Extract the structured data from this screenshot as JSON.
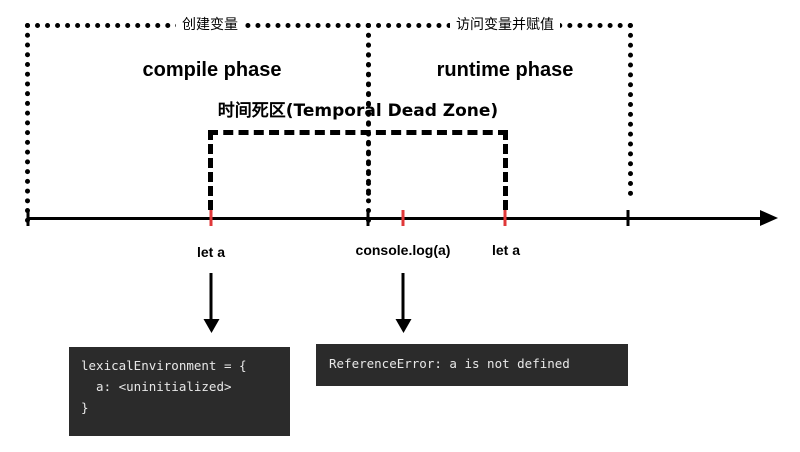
{
  "boxes": {
    "create_label": "创建变量",
    "assign_label": "访问变量并赋值"
  },
  "phases": {
    "compile": "compile phase",
    "runtime": "runtime phase"
  },
  "tdz": {
    "label": "时间死区(Temporal Dead Zone)"
  },
  "timeline": {
    "events": [
      {
        "label": "let a"
      },
      {
        "label": "console.log(a)"
      },
      {
        "label": "let a"
      }
    ]
  },
  "code_boxes": {
    "lexical_env": {
      "line1": "lexicalEnvironment = {",
      "line2": "  a: <uninitialized>",
      "line3": "}"
    },
    "error": {
      "line1": "ReferenceError: a is not defined"
    }
  },
  "colors": {
    "event_tick": "#e0383a",
    "code_bg": "#2b2b2b",
    "code_text": "#e8e8e8"
  }
}
